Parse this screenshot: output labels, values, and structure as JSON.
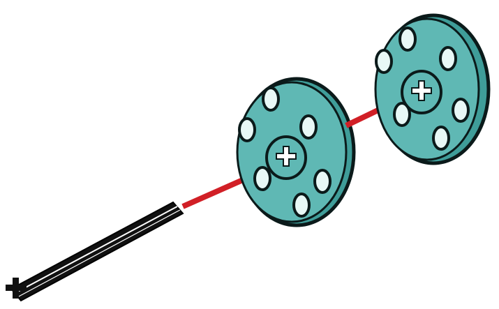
{
  "diagram": {
    "type": "exploded-assembly-instruction",
    "parts": [
      {
        "id": "axle",
        "icon": "cross-axle-icon",
        "color": "#111111"
      },
      {
        "id": "wheel-1",
        "icon": "pulley-wheel-icon",
        "color": "#5fb8b4",
        "hole_count": 6
      },
      {
        "id": "wheel-2",
        "icon": "pulley-wheel-icon",
        "color": "#5fb8b4",
        "hole_count": 6
      }
    ],
    "insertion_arrow": {
      "icon": "red-arrow-icon",
      "color": "#d11f26"
    },
    "colors": {
      "wheel_face": "#5fb8b4",
      "wheel_rim": "#3f9d99",
      "wheel_hole": "#e8f8f6",
      "outline": "#0b1a1a",
      "axle": "#111111",
      "arrow": "#d11f26",
      "background": "#ffffff"
    }
  }
}
